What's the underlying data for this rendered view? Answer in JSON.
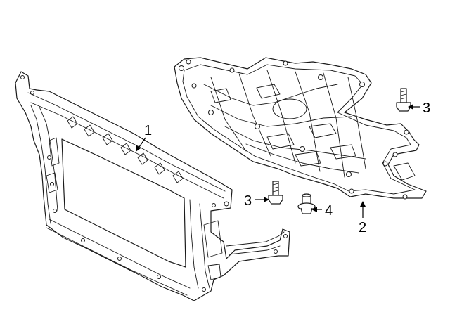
{
  "diagram": {
    "background": "#ffffff",
    "line_color": "#1a1a1a",
    "parts": [
      {
        "id": "radiator-support",
        "callout": "1"
      },
      {
        "id": "undercar-shield",
        "callout": "2"
      },
      {
        "id": "shield-bolt-upper",
        "callout": "3"
      },
      {
        "id": "shield-bolt-lower",
        "callout": "3"
      },
      {
        "id": "push-clip",
        "callout": "4"
      }
    ]
  }
}
